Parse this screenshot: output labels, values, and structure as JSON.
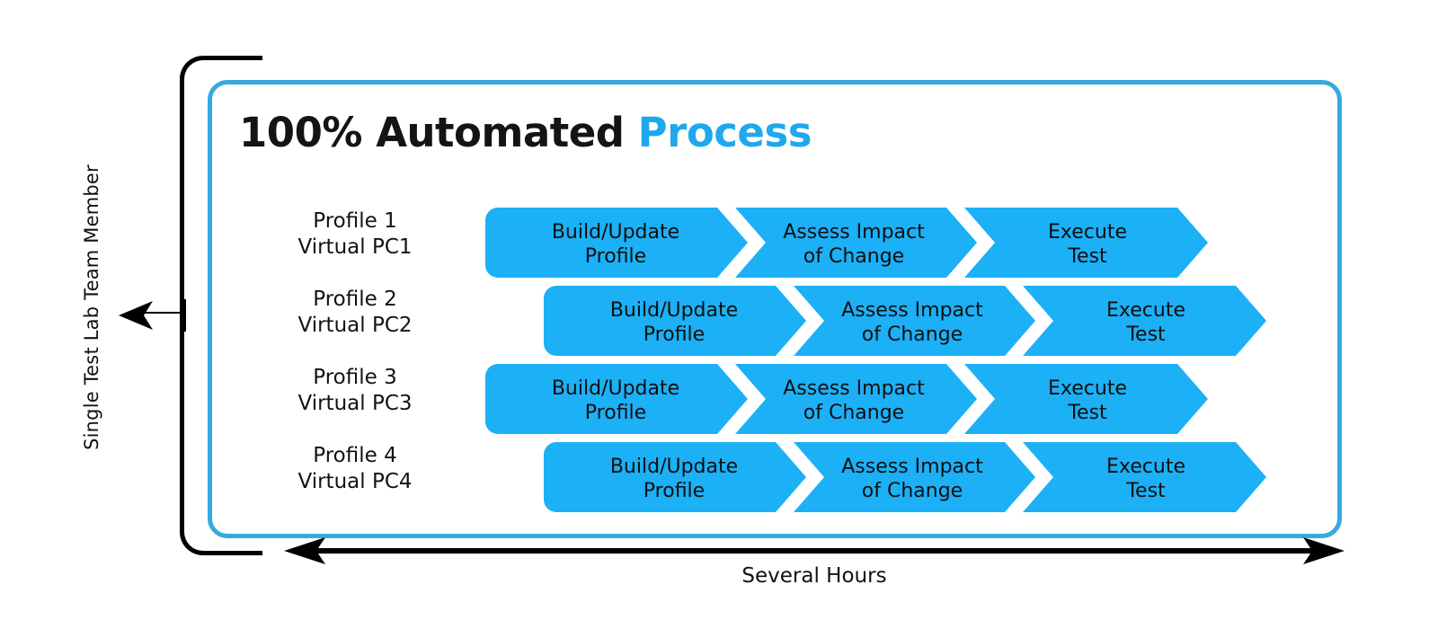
{
  "diagram": {
    "title_main": "100% Automated ",
    "title_accent": "Process",
    "vertical_axis_label": "Single Test Lab Team Member",
    "horizontal_axis_label": "Several Hours",
    "colors": {
      "chevron_fill": "#1CB0F6",
      "panel_border": "#35AADF",
      "accent_text": "#20A8EC",
      "title_text": "#141414",
      "bracket": "#000000",
      "arrow": "#000000"
    },
    "rows": [
      {
        "label_line1": "Profile 1",
        "label_line2": "Virtual PC1",
        "offset": "aligned",
        "steps": [
          {
            "line1": "Build/Update",
            "line2": "Profile"
          },
          {
            "line1": "Assess Impact",
            "line2": "of Change"
          },
          {
            "line1": "Execute",
            "line2": "Test"
          }
        ]
      },
      {
        "label_line1": "Profile 2",
        "label_line2": "Virtual PC2",
        "offset": "shifted",
        "steps": [
          {
            "line1": "Build/Update",
            "line2": "Profile"
          },
          {
            "line1": "Assess Impact",
            "line2": "of Change"
          },
          {
            "line1": "Execute",
            "line2": "Test"
          }
        ]
      },
      {
        "label_line1": "Profile 3",
        "label_line2": "Virtual PC3",
        "offset": "aligned",
        "steps": [
          {
            "line1": "Build/Update",
            "line2": "Profile"
          },
          {
            "line1": "Assess Impact",
            "line2": "of Change"
          },
          {
            "line1": "Execute",
            "line2": "Test"
          }
        ]
      },
      {
        "label_line1": "Profile 4",
        "label_line2": "Virtual PC4",
        "offset": "shifted",
        "steps": [
          {
            "line1": "Build/Update",
            "line2": "Profile"
          },
          {
            "line1": "Assess Impact",
            "line2": "of Change"
          },
          {
            "line1": "Execute",
            "line2": "Test"
          }
        ]
      }
    ]
  }
}
